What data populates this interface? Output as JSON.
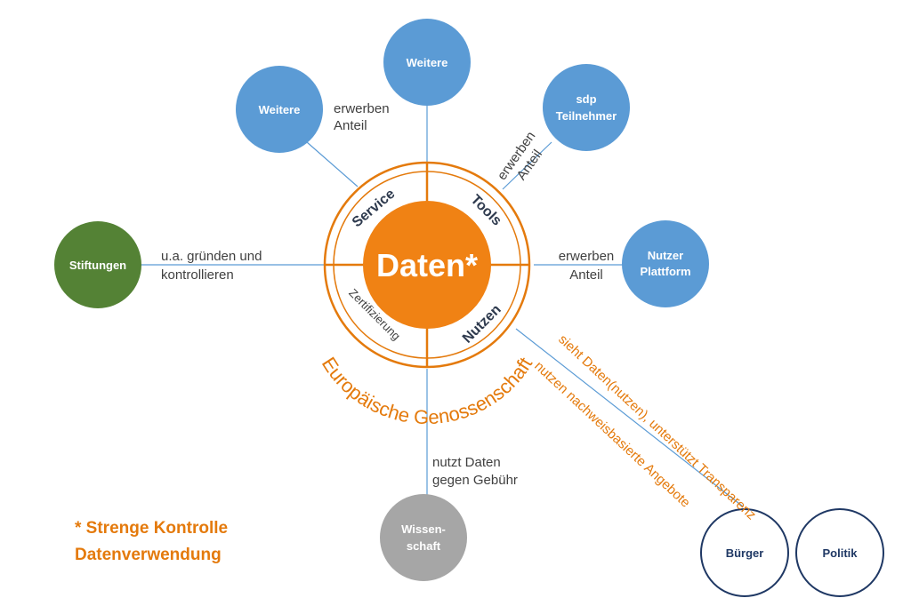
{
  "center": {
    "label": "Daten*",
    "color": "#f08214"
  },
  "ring": {
    "arc_label": "Europäische Genossenschaft",
    "segments": {
      "service": "Service",
      "tools": "Tools",
      "nutzen": "Nutzen",
      "zertifizierung": "Zertifizierung"
    },
    "color": "#e47a0c"
  },
  "nodes": {
    "weitere_top": {
      "label": "Weitere",
      "color": "#5b9bd5"
    },
    "weitere_left": {
      "label": "Weitere",
      "color": "#5b9bd5"
    },
    "sdp": {
      "line1": "sdp",
      "line2": "Teilnehmer",
      "color": "#5b9bd5"
    },
    "nutzer": {
      "line1": "Nutzer",
      "line2": "Plattform",
      "color": "#5b9bd5"
    },
    "stiftungen": {
      "label": "Stiftungen",
      "color": "#548235"
    },
    "wissenschaft": {
      "line1": "Wissen-",
      "line2": "schaft",
      "color": "#a6a6a6"
    },
    "buerger": {
      "label": "Bürger",
      "color": "#1f3864"
    },
    "politik": {
      "label": "Politik",
      "color": "#1f3864"
    }
  },
  "edge_labels": {
    "weitere_left": {
      "line1": "erwerben",
      "line2": "Anteil"
    },
    "sdp": {
      "line1": "erwerben",
      "line2": "Anteil"
    },
    "nutzer": {
      "line1": "erwerben",
      "line2": "Anteil"
    },
    "stiftungen": {
      "line1": "u.a. gründen und",
      "line2": "kontrollieren"
    },
    "wissenschaft": {
      "line1": "nutzt Daten",
      "line2": "gegen Gebühr"
    },
    "politik": "sieht Daten(nutzen), unterstützt Transparenz",
    "buerger": "nutzen nachweisbasierte Angebote"
  },
  "footnote": {
    "line1": "* Strenge Kontrolle",
    "line2": "Datenverwendung"
  }
}
